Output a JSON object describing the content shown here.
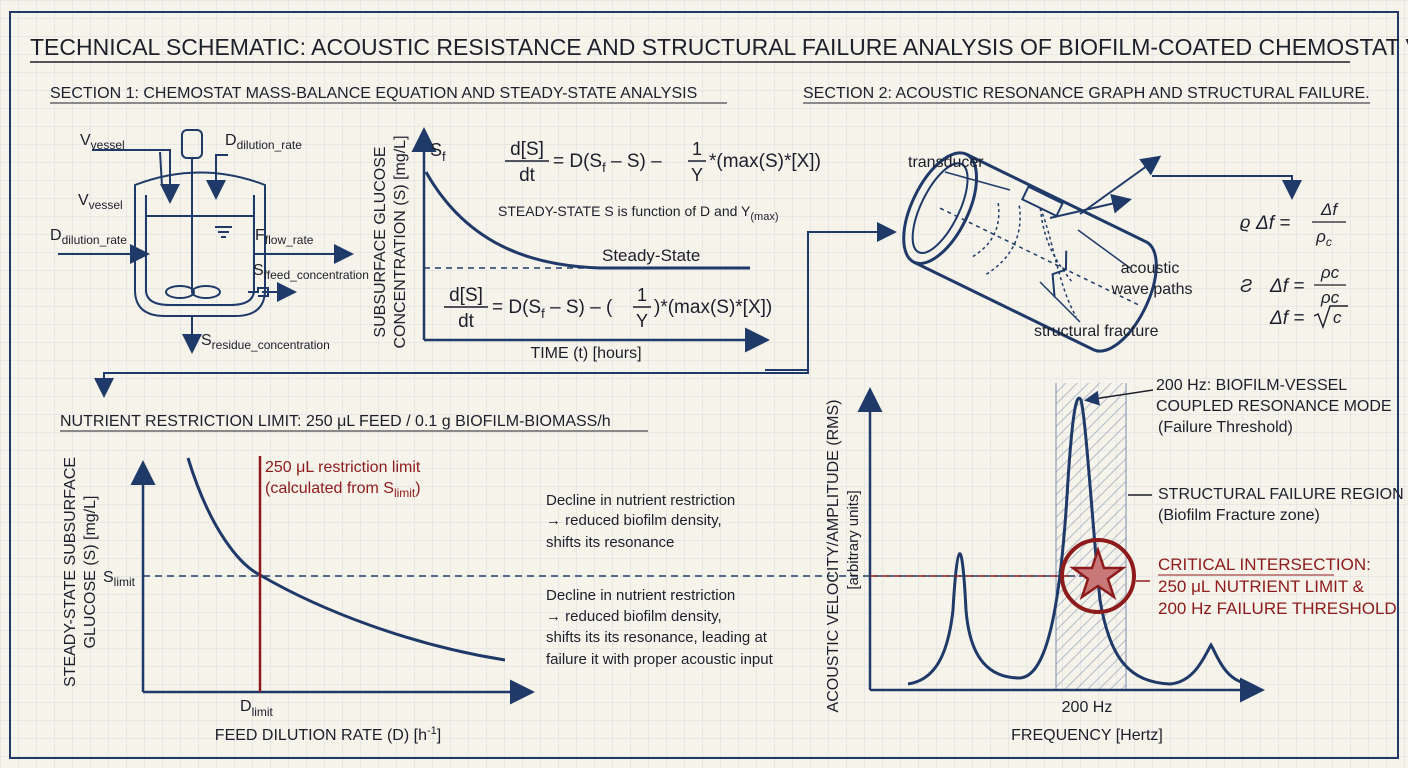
{
  "title": "TECHNICAL SCHEMATIC: ACOUSTIC RESISTANCE AND STRUCTURAL FAILURE ANALYSIS OF BIOFILM-COATED CHEMOSTAT VESSEL",
  "section1": {
    "heading": "SECTION 1: CHEMOSTAT MASS-BALANCE EQUATION AND STEADY-STATE ANALYSIS",
    "vessel": {
      "v_top": "V",
      "v_top_sub": "vessel",
      "d_top": "D",
      "d_top_sub": "dilution_rate",
      "v_in": "V",
      "v_in_sub": "vessel",
      "d_in": "D",
      "d_in_sub": "dilution_rate",
      "f_out": "F",
      "f_out_sub": "flow_rate",
      "s_feed": "S",
      "s_feed_sub": "ffeed_concentration",
      "s_res": "S",
      "s_res_sub": "residue_concentration"
    },
    "graph": {
      "y_label_1": "SUBSURFACE GLUCOSE",
      "y_label_2": "CONCENTRATION (S) [mg/L]",
      "x_label": "TIME (t) [hours]",
      "s_f": "S",
      "s_f_sub": "f",
      "steady_state": "Steady-State",
      "eq_frac_top": "d[S]",
      "eq_frac_bot": "dt",
      "eq1_rhs_a": "= D(S",
      "eq1_rhs_b": " – S) –",
      "eq1_one": "1",
      "eq1_y": "Y",
      "eq1_tail": "*(max(S)*[X])",
      "steady_note": "STEADY-STATE S is function of D and Y",
      "steady_note_sub": "(max)",
      "eq2_rhs_a": "= D(S",
      "eq2_rhs_b": " – S) – (",
      "eq2_tail": ")*(max(S)*[X])",
      "sub_f": "f"
    }
  },
  "section2": {
    "heading": "SECTION 2: ACOUSTIC RESONANCE GRAPH AND STRUCTURAL FAILURE.",
    "transducer": "transducer",
    "wave_paths_1": "acoustic",
    "wave_paths_2": "wave paths",
    "fracture": "structural fracture",
    "f1_symbol": "ϱ",
    "f2_symbol": "Ƨ",
    "df": "Δf =",
    "num1": "Δf",
    "den1": "ρ",
    "den1_sub": "c",
    "num2": "ρc",
    "den2": "ρc",
    "sqrt_c": "c"
  },
  "section3": {
    "heading": "NUTRIENT RESTRICTION LIMIT: 250 μL FEED / 0.1 g BIOFILM-BIOMASS/h",
    "y_label_1": "STEADY-STATE SUBSURFACE",
    "y_label_2": "GLUCOSE (S) [mg/L]",
    "x_label": "FEED DILUTION RATE (D) [h",
    "x_label_sup": "-1",
    "x_label_end": "]",
    "s_limit": "S",
    "s_limit_sub": "limit",
    "d_limit": "D",
    "d_limit_sub": "limit",
    "restrict_1": "250 μL restriction limit",
    "restrict_2": "(calculated from S",
    "restrict_2_sub": "limit",
    "restrict_2_end": ")",
    "note1": [
      "Decline in nutrient restriction",
      "→ reduced biofilm density,",
      "shifts its resonance"
    ],
    "note2": [
      "Decline in nutrient restriction",
      "→ reduced biofilm density,",
      "shifts its its resonance, leading at",
      "failure it with proper acoustic input"
    ]
  },
  "section4": {
    "y_label_1": "ACOUSTIC VELOCITY/AMPLITUDE (RMS)",
    "y_label_2": "[arbitrary units]",
    "x_label": "FREQUENCY [Hertz]",
    "tick_200": "200 Hz",
    "mode_1": "200 Hz: BIOFILM-VESSEL",
    "mode_2": "COUPLED RESONANCE MODE",
    "mode_3": "(Failure Threshold)",
    "region_1": "STRUCTURAL FAILURE REGION",
    "region_2": "(Biofilm Fracture zone)",
    "critical_1": "CRITICAL INTERSECTION:",
    "critical_2": "250 μL NUTRIENT LIMIT &",
    "critical_3": "200 Hz FAILURE THRESHOLD"
  },
  "colors": {
    "ink": "#1f3a68",
    "text": "#1d1f2b",
    "accent_red": "#8e1b1b",
    "paper": "#f5f3ea",
    "grid": "#d9dde3"
  }
}
